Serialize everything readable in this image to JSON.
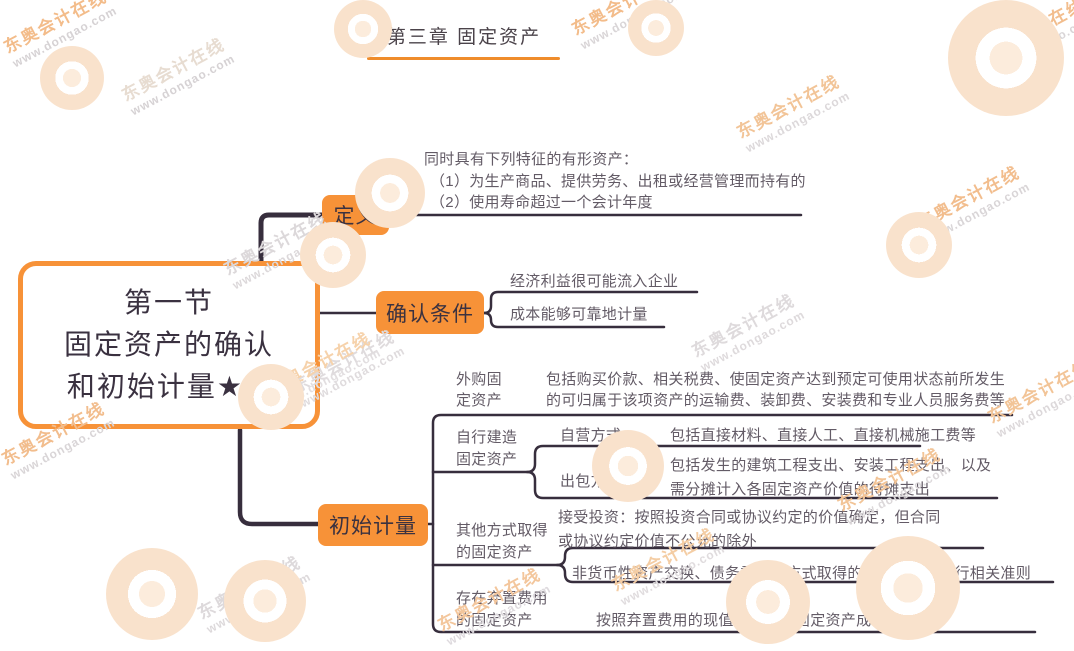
{
  "title": {
    "text": "第三章 固定资产"
  },
  "root": {
    "line1": "第一节",
    "line2": "固定资产的确认",
    "line3": "和初始计量★★"
  },
  "branches": {
    "definition": {
      "label": "定义",
      "intro": "同时具有下列特征的有形资产：",
      "item1": "（1）为生产商品、提供劳务、出租或经营管理而持有的",
      "item2": "（2）使用寿命超过一个会计年度"
    },
    "recognition": {
      "label": "确认条件",
      "cond1": "经济利益很可能流入企业",
      "cond2": "成本能够可靠地计量"
    },
    "initial": {
      "label": "初始计量",
      "purchased": {
        "label1": "外购固",
        "label2": "定资产",
        "desc1": "包括购买价款、相关税费、使固定资产达到预定可使用状态前所发生",
        "desc2": "的可归属于该项资产的运输费、装卸费、安装费和专业人员服务费等"
      },
      "self_built": {
        "label1": "自行建造",
        "label2": "固定资产",
        "self_run": {
          "label": "自营方式",
          "desc": "包括直接材料、直接人工、直接机械施工费等"
        },
        "outsourced": {
          "label": "出包方式",
          "desc1": "包括发生的建筑工程支出、安装工程支出、以及",
          "desc2": "需分摊计入各固定资产价值的待摊支出"
        }
      },
      "other": {
        "label1": "其他方式取得",
        "label2": "的固定资产",
        "invest1": "接受投资：按照投资合同或协议约定的价值确定，但合同",
        "invest2": "或协议约定价值不公允的除外",
        "nonmonetary": "非货币性资产交换、债务重组等方式取得的固定资产，执行相关准则"
      },
      "disposal": {
        "label1": "存在弃置费用",
        "label2": "的固定资产",
        "desc": "按照弃置费用的现值计入相关固定资产成本"
      }
    }
  },
  "watermark": {
    "brand": "东奥会计在线",
    "url": "www.dongao.com"
  },
  "colors": {
    "accent": "#F79238",
    "line": "#372E3D",
    "text": "#635B66"
  }
}
